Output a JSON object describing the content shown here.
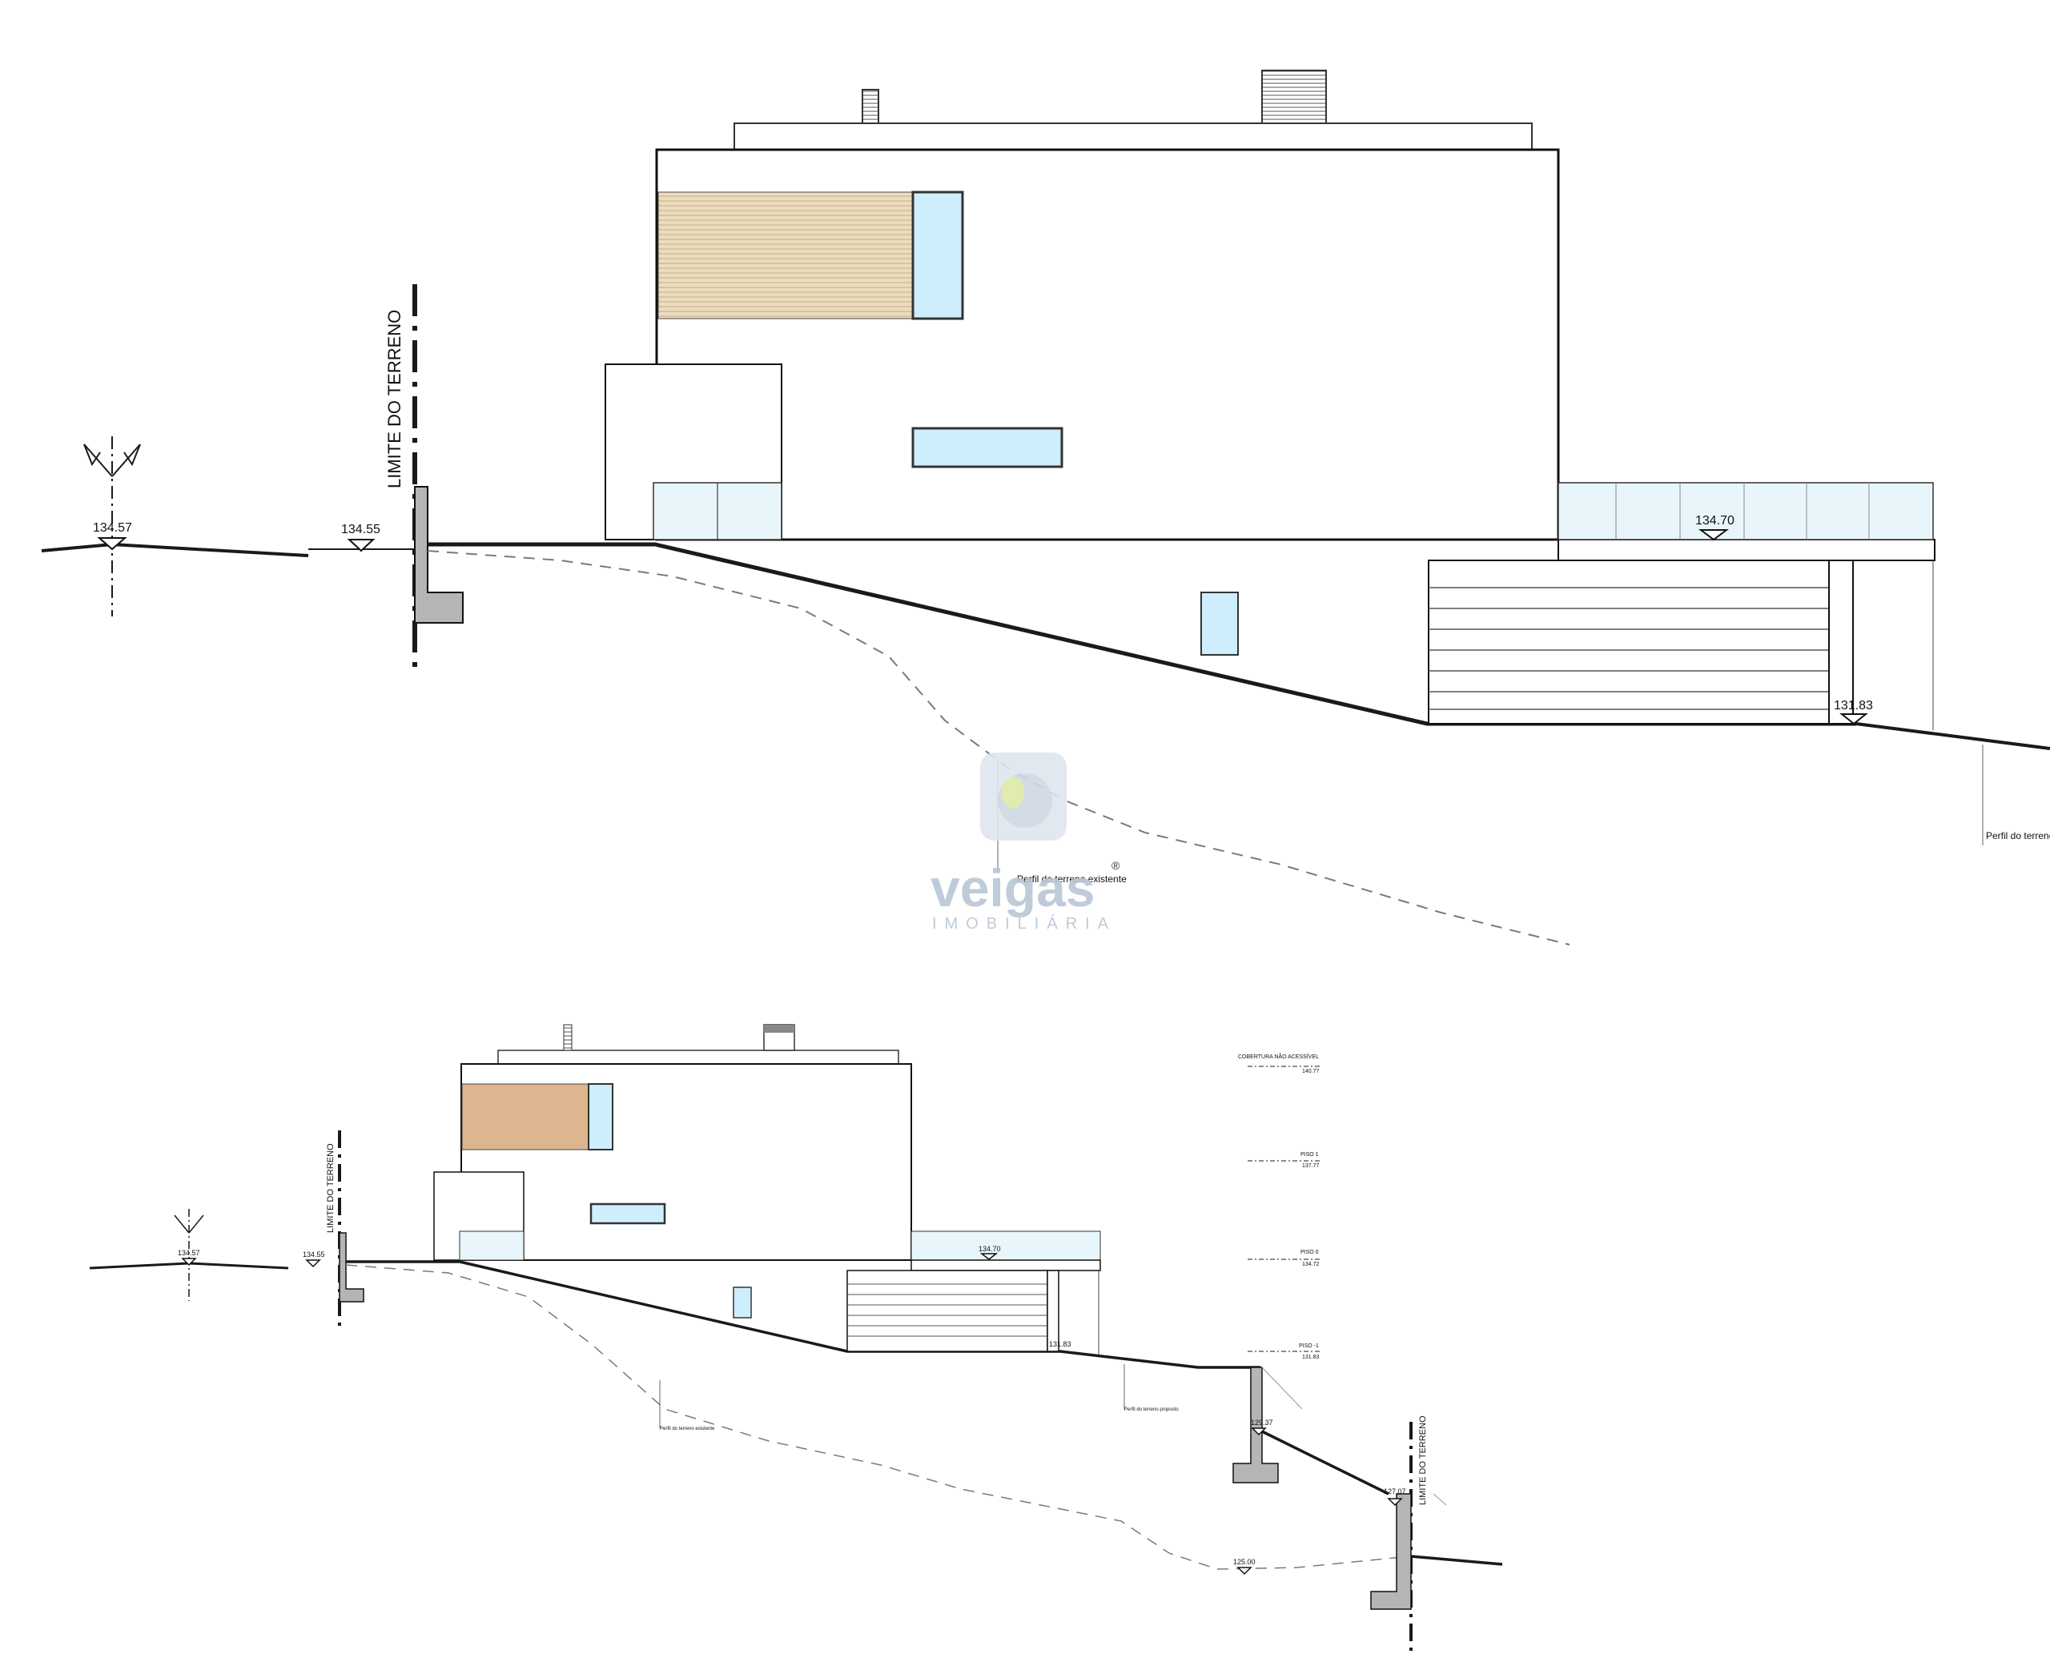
{
  "elevation_top": {
    "boundary_label": "LIMITE DO TERRENO",
    "level_left": "134.57",
    "level_boundary": "134.55",
    "level_terrace": "134.70",
    "level_lower": "131.83",
    "existing_profile_label": "Perfil do terreno existente",
    "proposed_profile_label": "Perfil do terreno"
  },
  "elevation_bottom": {
    "boundary_label_left": "LIMITE DO TERRENO",
    "boundary_label_right": "LIMITE DO TERRENO",
    "level_left": "134.57",
    "level_boundary": "134.55",
    "level_terrace": "134.70",
    "level_lower": "131.83",
    "level_retaining": "129.37",
    "level_bottom_wall": "127.07",
    "level_ground_low": "125.00",
    "existing_profile_label": "Perfil do terreno existente",
    "proposed_profile_label": "Perfil do terreno proposto"
  },
  "levels_legend": [
    {
      "name": "COBERTURA NÃO ACESSÍVEL",
      "value": "140.77"
    },
    {
      "name": "PISO 1",
      "value": "137.77"
    },
    {
      "name": "PISO 0",
      "value": "134.72"
    },
    {
      "name": "PISO -1",
      "value": "131.83"
    }
  ],
  "watermark": {
    "name": "veigas",
    "subtitle": "IMOBILIÁRIA",
    "registered": "®"
  },
  "colors": {
    "wood_light": "#e9d6b6",
    "wood_dark": "#ddb68f",
    "glass": "#cdeefc",
    "wall_section": "#b5b5b5"
  }
}
